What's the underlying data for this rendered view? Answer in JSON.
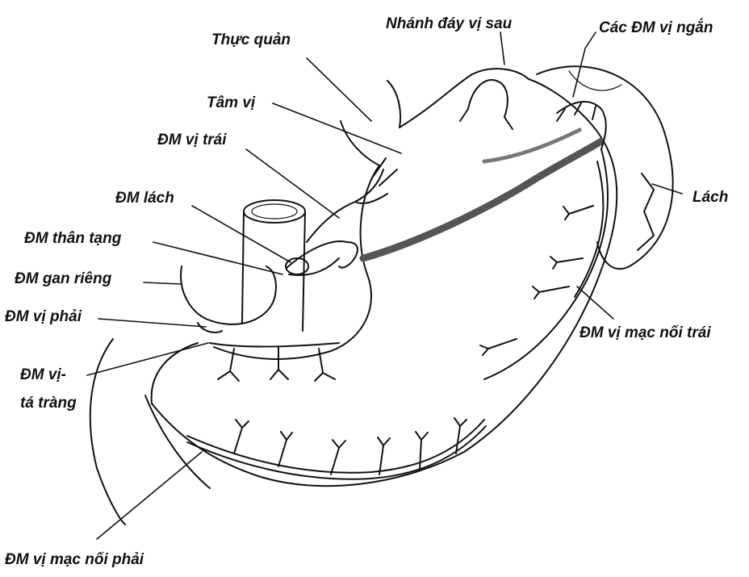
{
  "figure": {
    "ink_color": "#111111",
    "background_color": "#ffffff"
  },
  "labels": {
    "thuc_quan": "Thực quản",
    "nhanh_day_vi_sau": "Nhánh đáy vị sau",
    "cac_dm_vi_ngan": "Các ĐM vị ngắn",
    "tam_vi": "Tâm vị",
    "dm_vi_trai": "ĐM vị trái",
    "dm_lach": "ĐM lách",
    "lach": "Lách",
    "dm_than_tang": "ĐM thân tạng",
    "dm_gan_rieng": "ĐM gan riêng",
    "dm_vi_phai": "ĐM vị phải",
    "dm_vi_mac_noi_trai": "ĐM vị mạc nối trái",
    "dm_vi_ta_trang_line1": "ĐM vị-",
    "dm_vi_ta_trang_line2": "tá tràng",
    "dm_vi_mac_noi_phai": "ĐM vị mạc nối phải"
  }
}
